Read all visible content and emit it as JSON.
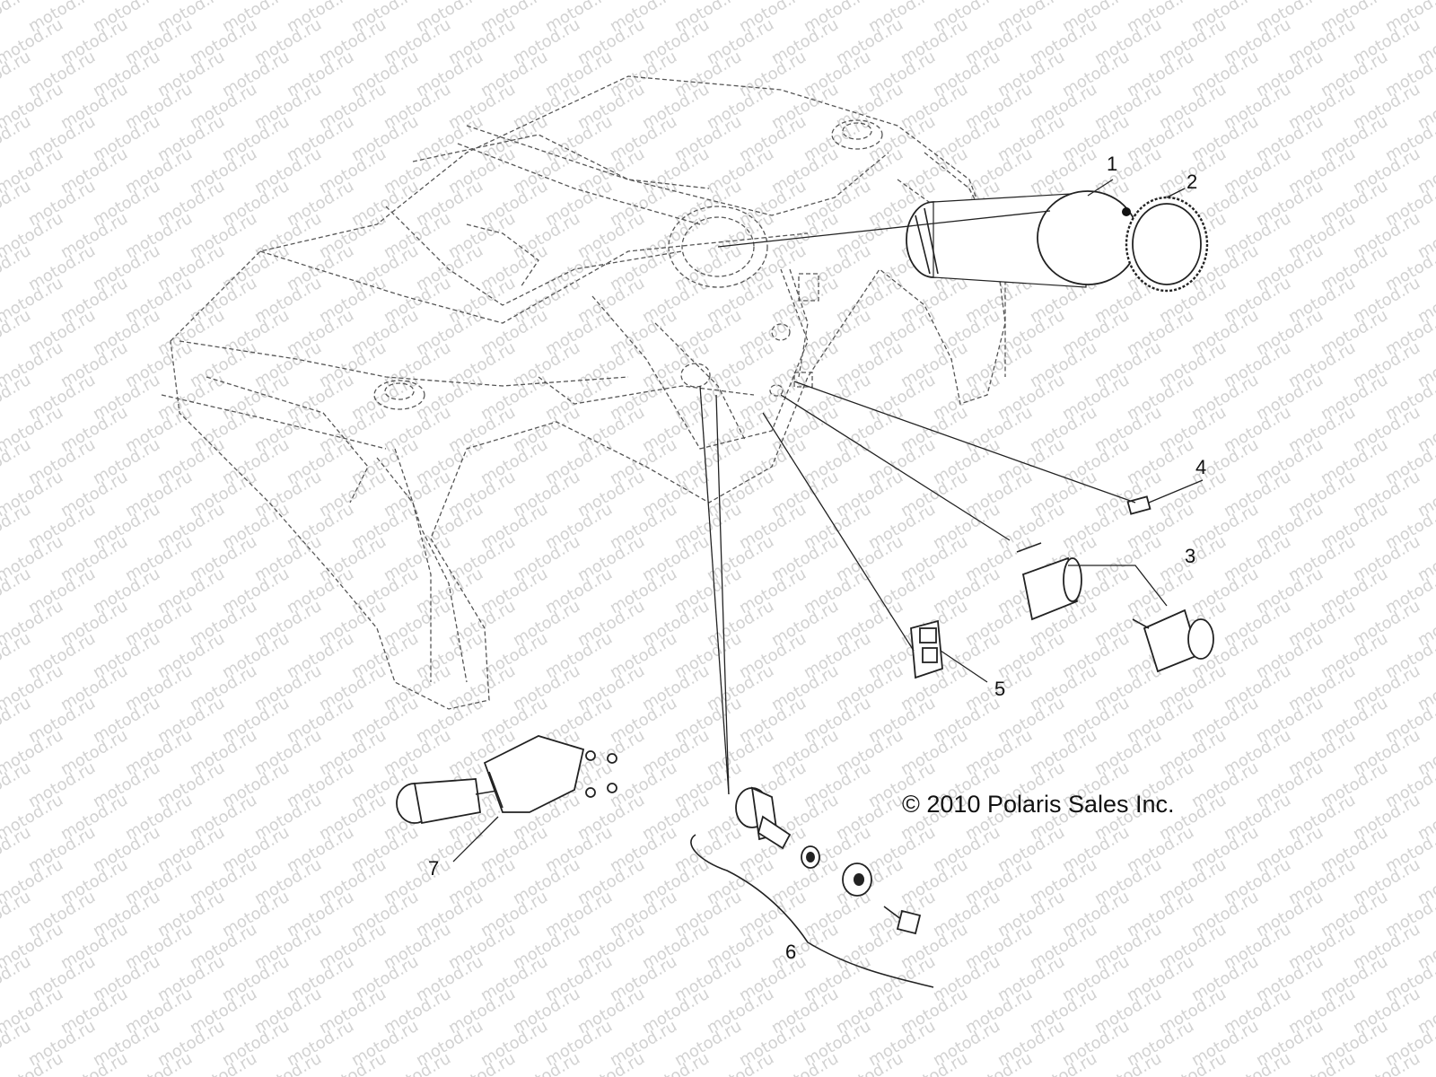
{
  "watermark": "motod.ru",
  "copyright": "© 2010 Polaris Sales Inc.",
  "callouts": [
    "1",
    "2",
    "3",
    "4",
    "5",
    "6",
    "7"
  ],
  "colors": {
    "line": "#222222",
    "phantom": "#555555",
    "watermark": "#d2d2d2",
    "background": "#ffffff"
  }
}
